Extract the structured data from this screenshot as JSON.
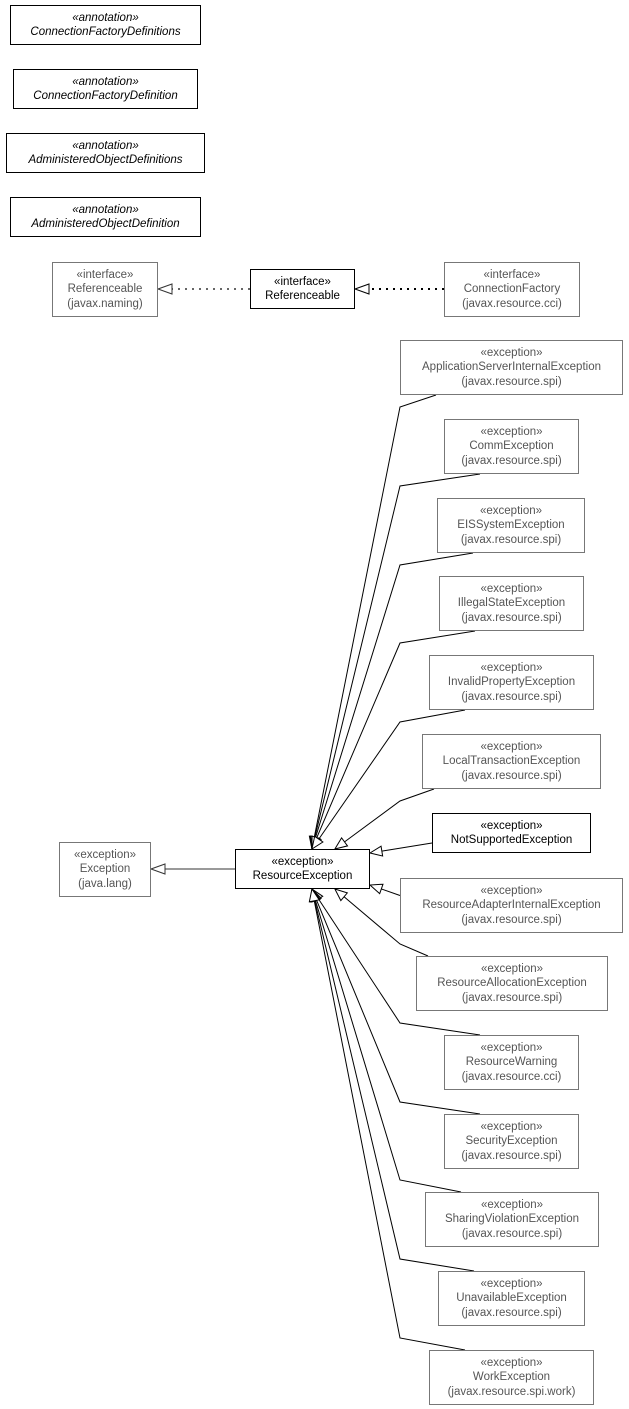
{
  "annotations": [
    {
      "stereotype": "«annotation»",
      "name": "ConnectionFactoryDefinitions"
    },
    {
      "stereotype": "«annotation»",
      "name": "ConnectionFactoryDefinition"
    },
    {
      "stereotype": "«annotation»",
      "name": "AdministeredObjectDefinitions"
    },
    {
      "stereotype": "«annotation»",
      "name": "AdministeredObjectDefinition"
    }
  ],
  "interfaces": {
    "naming_referenceable": {
      "stereotype": "«interface»",
      "name": "Referenceable",
      "package": "(javax.naming)"
    },
    "referenceable": {
      "stereotype": "«interface»",
      "name": "Referenceable"
    },
    "connection_factory": {
      "stereotype": "«interface»",
      "name": "ConnectionFactory",
      "package": "(javax.resource.cci)"
    }
  },
  "exception_base": {
    "stereotype": "«exception»",
    "name": "Exception",
    "package": "(java.lang)"
  },
  "resource_exception": {
    "stereotype": "«exception»",
    "name": "ResourceException"
  },
  "subclasses": [
    {
      "stereotype": "«exception»",
      "name": "ApplicationServerInternalException",
      "package": "(javax.resource.spi)"
    },
    {
      "stereotype": "«exception»",
      "name": "CommException",
      "package": "(javax.resource.spi)"
    },
    {
      "stereotype": "«exception»",
      "name": "EISSystemException",
      "package": "(javax.resource.spi)"
    },
    {
      "stereotype": "«exception»",
      "name": "IllegalStateException",
      "package": "(javax.resource.spi)"
    },
    {
      "stereotype": "«exception»",
      "name": "InvalidPropertyException",
      "package": "(javax.resource.spi)"
    },
    {
      "stereotype": "«exception»",
      "name": "LocalTransactionException",
      "package": "(javax.resource.spi)"
    },
    {
      "stereotype": "«exception»",
      "name": "NotSupportedException",
      "package": ""
    },
    {
      "stereotype": "«exception»",
      "name": "ResourceAdapterInternalException",
      "package": "(javax.resource.spi)"
    },
    {
      "stereotype": "«exception»",
      "name": "ResourceAllocationException",
      "package": "(javax.resource.spi)"
    },
    {
      "stereotype": "«exception»",
      "name": "ResourceWarning",
      "package": "(javax.resource.cci)"
    },
    {
      "stereotype": "«exception»",
      "name": "SecurityException",
      "package": "(javax.resource.spi)"
    },
    {
      "stereotype": "«exception»",
      "name": "SharingViolationException",
      "package": "(javax.resource.spi)"
    },
    {
      "stereotype": "«exception»",
      "name": "UnavailableException",
      "package": "(javax.resource.spi)"
    },
    {
      "stereotype": "«exception»",
      "name": "WorkException",
      "package": "(javax.resource.spi.work)"
    }
  ]
}
